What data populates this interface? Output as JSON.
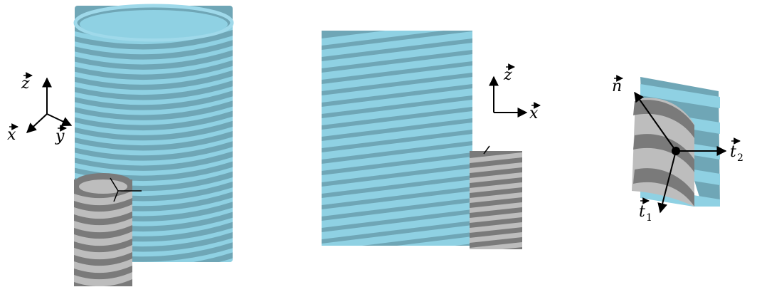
{
  "colors": {
    "outer_band": "#8fd1e3",
    "outer_gap": "#6fa6b6",
    "outer_rim": "#9fd9ea",
    "inner_band": "#bdbdbd",
    "inner_gap": "#7a7a7a",
    "axis": "#000000"
  },
  "panels": [
    {
      "id": "perspective",
      "axes": {
        "z": "z",
        "x": "x",
        "y": "y"
      }
    },
    {
      "id": "side",
      "axes": {
        "z": "z",
        "x": "x"
      }
    },
    {
      "id": "contact",
      "frame": {
        "n": "n",
        "t1": "t",
        "t1_sub": "1",
        "t2": "t",
        "t2_sub": "2"
      }
    }
  ]
}
